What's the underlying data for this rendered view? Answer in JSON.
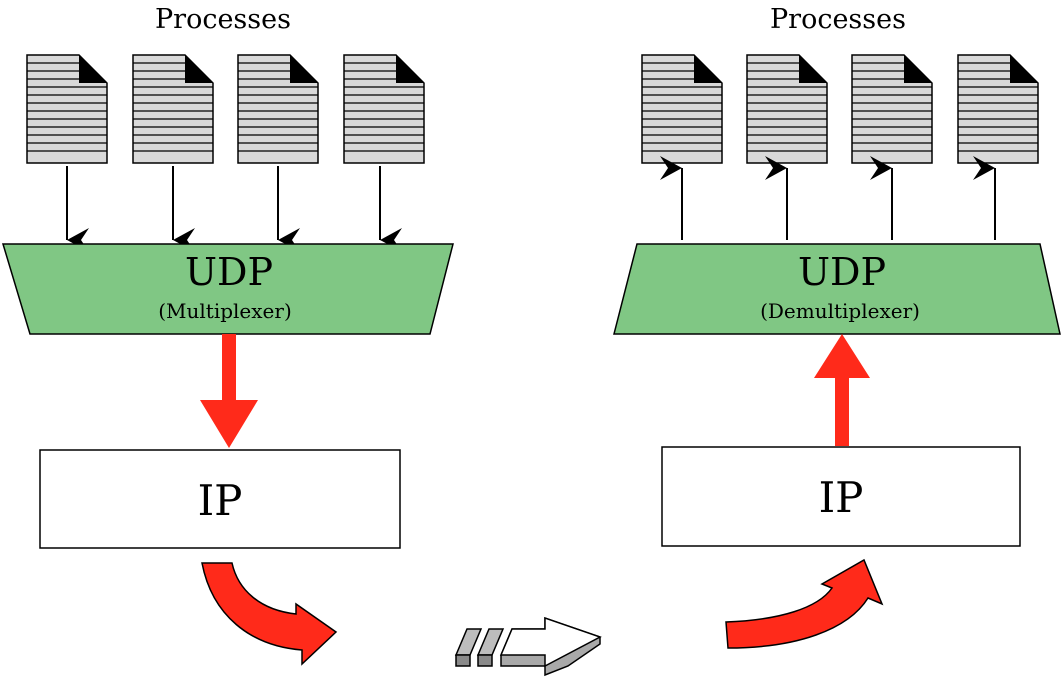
{
  "left": {
    "processes_label": "Processes",
    "udp_label": "UDP",
    "udp_sublabel": "(Multiplexer)",
    "ip_label": "IP"
  },
  "right": {
    "processes_label": "Processes",
    "udp_label": "UDP",
    "udp_sublabel": "(Demultiplexer)",
    "ip_label": "IP"
  },
  "colors": {
    "udp_fill": "#80c784",
    "red_arrow": "#ff2a1a",
    "doc_fill": "#d9d9d9",
    "box_stroke": "#000000"
  }
}
